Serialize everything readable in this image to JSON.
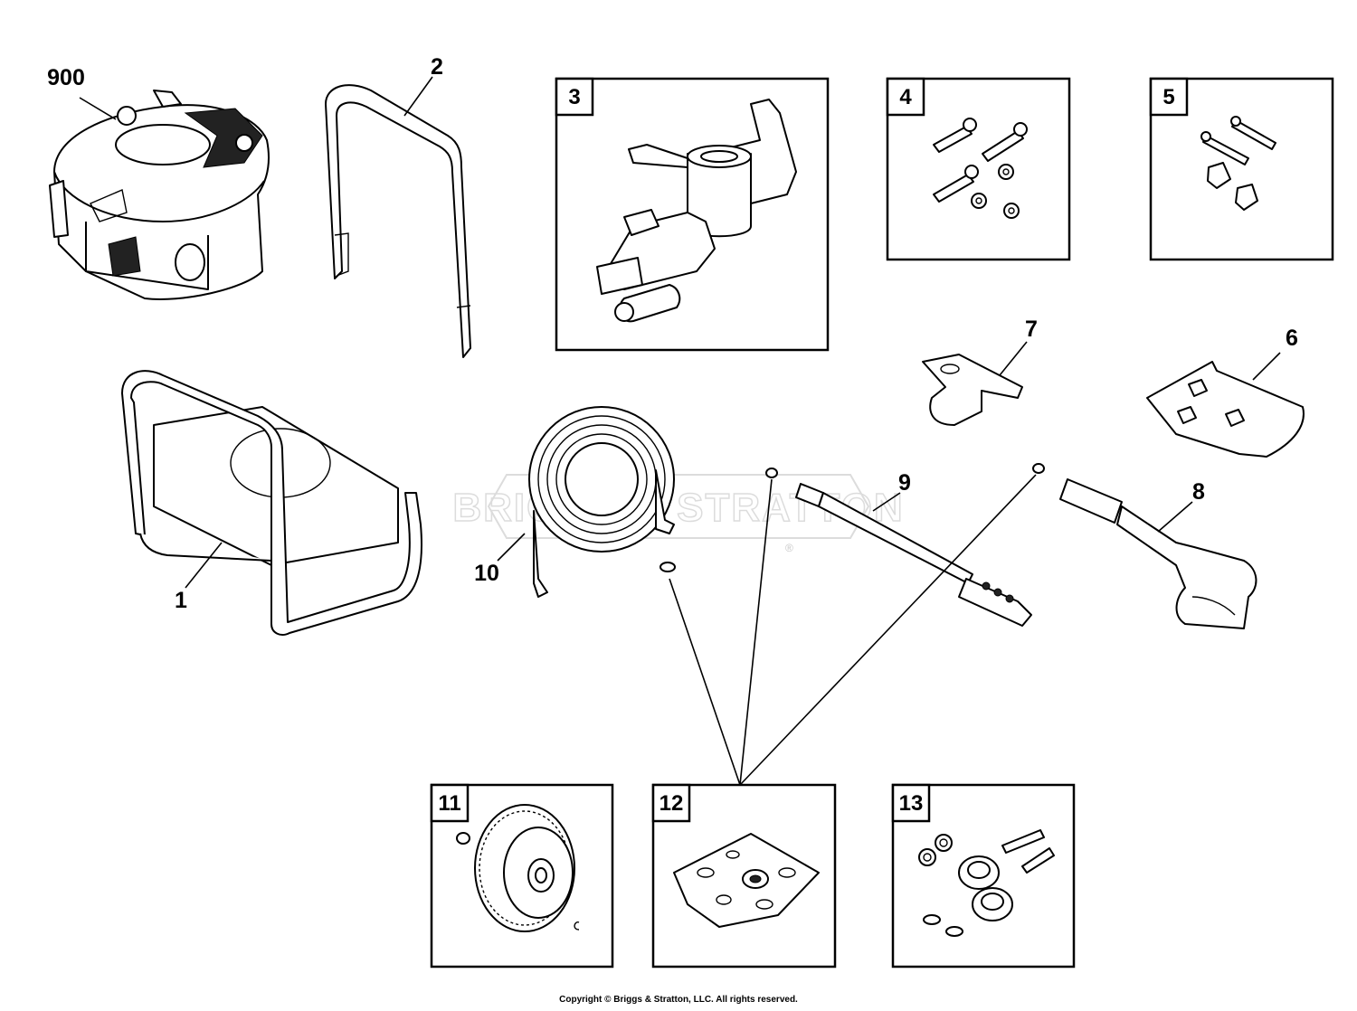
{
  "watermark": {
    "text": "BRIGGS & STRATTON",
    "mark": "®"
  },
  "callouts": {
    "engine": "900",
    "handle": "2",
    "frame": "1",
    "bracket": "7",
    "nozzle_kit": "6",
    "wand": "9",
    "spray_gun": "8",
    "hose": "10"
  },
  "boxes": {
    "pump": "3",
    "bolt_kit_4": "4",
    "bolt_kit_5": "5",
    "wheel_kit": "11",
    "oring_kit": "12",
    "foot_kit": "13"
  },
  "footer": {
    "copyright": "Copyright © Briggs & Stratton, LLC. All rights reserved."
  }
}
